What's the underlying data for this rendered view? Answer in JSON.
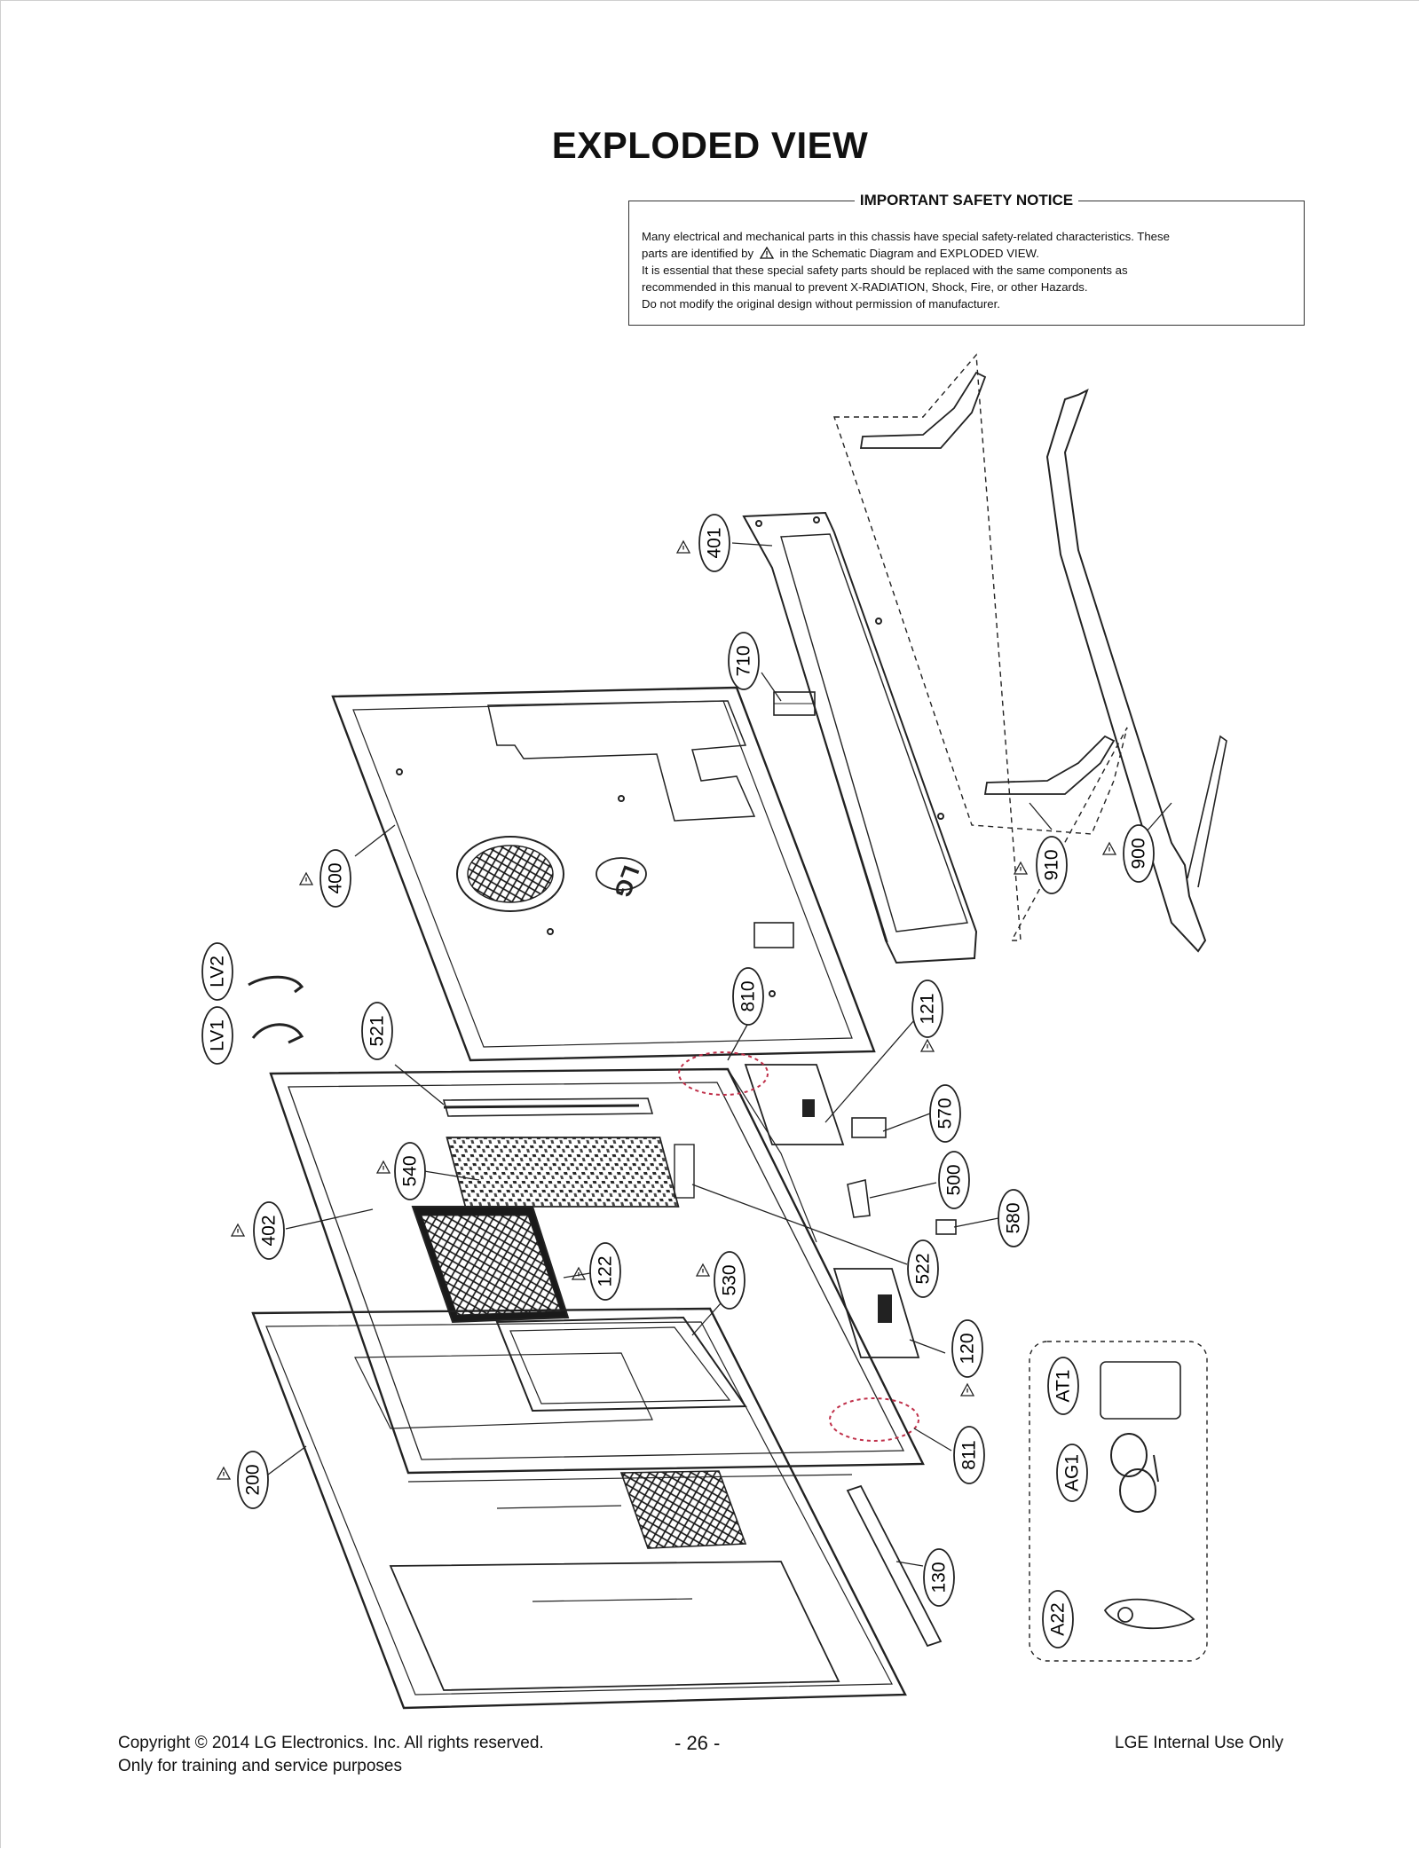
{
  "page": {
    "title": "EXPLODED VIEW"
  },
  "safety_notice": {
    "heading": "IMPORTANT SAFETY NOTICE",
    "line1": "Many electrical and mechanical parts in this chassis have special safety-related characteristics. These",
    "line2_a": "parts are identified by",
    "line2_b": "in the Schematic Diagram and EXPLODED VIEW.",
    "line3": "It is essential that these special safety parts should be replaced with the same components as",
    "line4": "recommended in this manual to prevent X-RADIATION, Shock, Fire, or other Hazards.",
    "line5": "Do not modify the original design without permission of manufacturer."
  },
  "diagram": {
    "logo_text": "LG",
    "part_labels": {
      "p401": "401",
      "p710": "710",
      "p400": "400",
      "p910": "910",
      "p900": "900",
      "lv2": "LV2",
      "lv1": "LV1",
      "p521": "521",
      "p810": "810",
      "p121": "121",
      "p570": "570",
      "p540": "540",
      "p500": "500",
      "p402": "402",
      "p580": "580",
      "p122": "122",
      "p522": "522",
      "p530": "530",
      "p120": "120",
      "at1": "AT1",
      "p811": "811",
      "p200": "200",
      "ag1": "AG1",
      "p130": "130",
      "a22": "A22"
    }
  },
  "footer": {
    "copyright": "Copyright  © 2014 LG Electronics. Inc. All rights reserved.",
    "purpose": "Only for training and service purposes",
    "page_number": "- 26 -",
    "internal": "LGE Internal Use Only"
  }
}
